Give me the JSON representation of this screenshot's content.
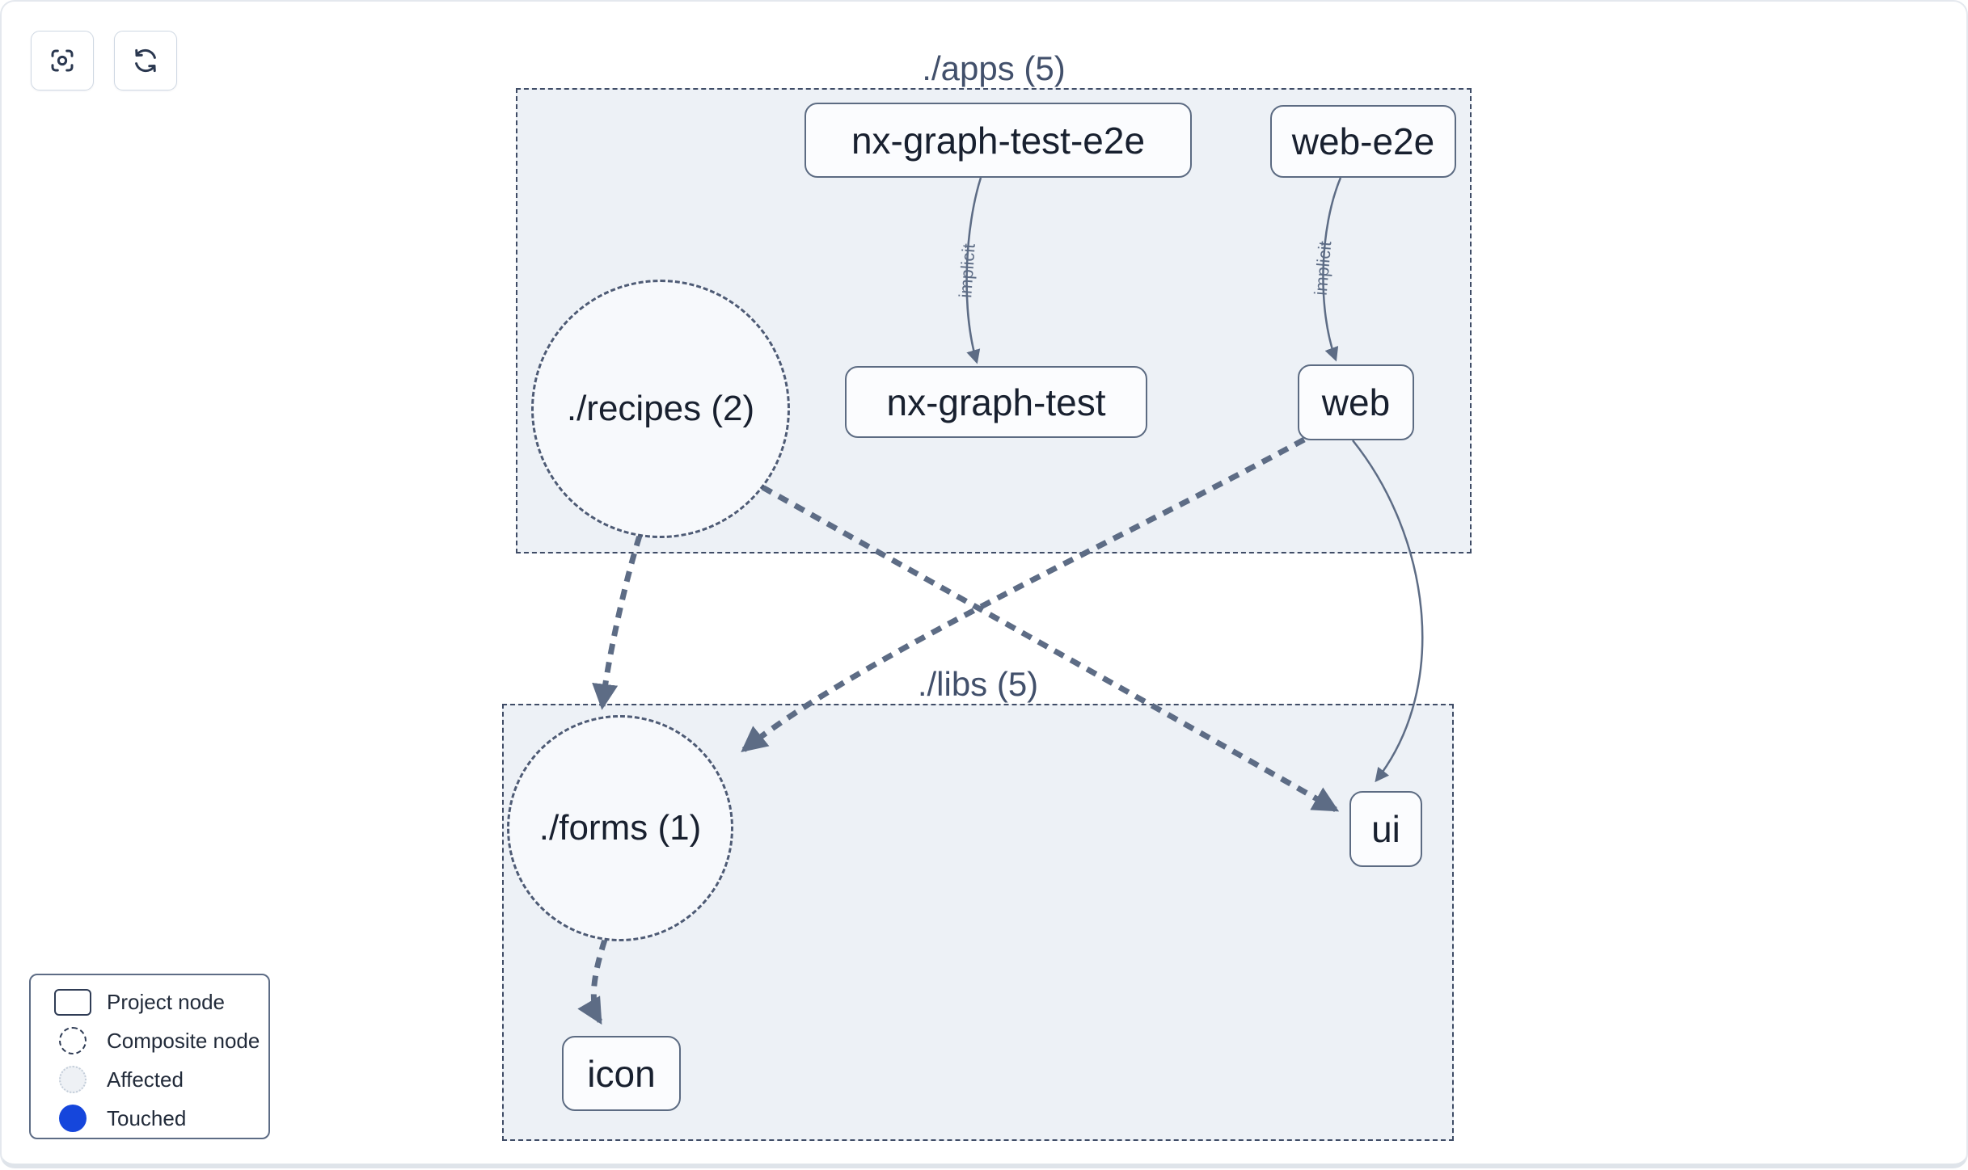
{
  "toolbar": {
    "buttons": [
      {
        "id": "zoom-to-fit",
        "icon": "focus-icon"
      },
      {
        "id": "refresh",
        "icon": "refresh-icon"
      }
    ]
  },
  "graph": {
    "groups": [
      {
        "id": "apps",
        "label": "./apps (5)"
      },
      {
        "id": "libs",
        "label": "./libs (5)"
      }
    ],
    "nodes": [
      {
        "id": "nx-graph-test-e2e",
        "label": "nx-graph-test-e2e",
        "type": "project",
        "group": "apps"
      },
      {
        "id": "web-e2e",
        "label": "web-e2e",
        "type": "project",
        "group": "apps"
      },
      {
        "id": "nx-graph-test",
        "label": "nx-graph-test",
        "type": "project",
        "group": "apps"
      },
      {
        "id": "web",
        "label": "web",
        "type": "project",
        "group": "apps"
      },
      {
        "id": "recipes",
        "label": "./recipes (2)",
        "type": "composite",
        "group": "apps"
      },
      {
        "id": "forms",
        "label": "./forms (1)",
        "type": "composite",
        "group": "libs"
      },
      {
        "id": "ui",
        "label": "ui",
        "type": "project",
        "group": "libs"
      },
      {
        "id": "icon",
        "label": "icon",
        "type": "project",
        "group": "libs"
      }
    ],
    "edges": [
      {
        "from": "nx-graph-test-e2e",
        "to": "nx-graph-test",
        "label": "implicit",
        "style": "solid"
      },
      {
        "from": "web-e2e",
        "to": "web",
        "label": "implicit",
        "style": "solid"
      },
      {
        "from": "recipes",
        "to": "forms",
        "label": "",
        "style": "dashed"
      },
      {
        "from": "recipes",
        "to": "ui",
        "label": "",
        "style": "dashed"
      },
      {
        "from": "web",
        "to": "forms",
        "label": "",
        "style": "dashed"
      },
      {
        "from": "web",
        "to": "ui",
        "label": "",
        "style": "solid"
      },
      {
        "from": "forms",
        "to": "icon",
        "label": "",
        "style": "dashed"
      }
    ]
  },
  "legend": {
    "items": [
      {
        "label": "Project node",
        "symbol": "project-node-symbol"
      },
      {
        "label": "Composite node",
        "symbol": "composite-node-symbol"
      },
      {
        "label": "Affected",
        "symbol": "affected-symbol"
      },
      {
        "label": "Touched",
        "symbol": "touched-symbol"
      }
    ]
  },
  "colors": {
    "group_fill": "#edf1f6",
    "group_border": "#3f4c66",
    "edge": "#5d6c85",
    "node_border": "#5c6b82",
    "node_text": "#18202f",
    "touched_blue": "#1546dc"
  }
}
